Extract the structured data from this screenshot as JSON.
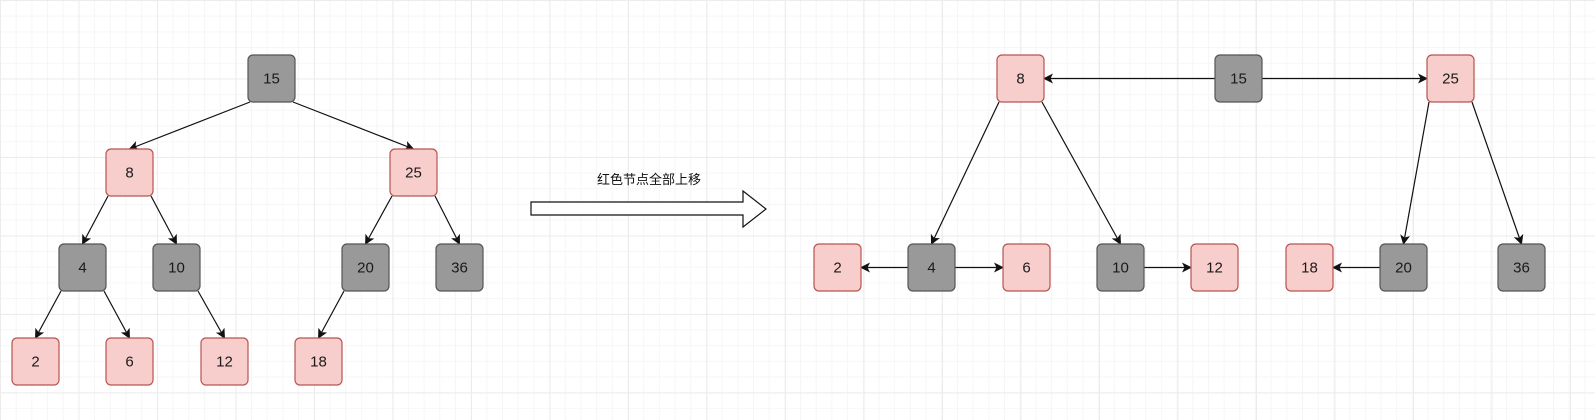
{
  "colors": {
    "red_fill": "#f8cecc",
    "red_stroke": "#b85450",
    "gray_fill": "#999999",
    "gray_stroke": "#555555",
    "edge": "#111111",
    "grid": "#ececec"
  },
  "caption": "红色节点全部上移",
  "arrow_icon": "hollow-block-right-arrow",
  "left_tree": {
    "nodes": [
      {
        "id": "L15",
        "label": "15",
        "color": "gray"
      },
      {
        "id": "L8",
        "label": "8",
        "color": "red"
      },
      {
        "id": "L25",
        "label": "25",
        "color": "red"
      },
      {
        "id": "L4",
        "label": "4",
        "color": "gray"
      },
      {
        "id": "L10",
        "label": "10",
        "color": "gray"
      },
      {
        "id": "L20",
        "label": "20",
        "color": "gray"
      },
      {
        "id": "L36",
        "label": "36",
        "color": "gray"
      },
      {
        "id": "L2",
        "label": "2",
        "color": "red"
      },
      {
        "id": "L6",
        "label": "6",
        "color": "red"
      },
      {
        "id": "L12",
        "label": "12",
        "color": "red"
      },
      {
        "id": "L18",
        "label": "18",
        "color": "red"
      }
    ],
    "edges": [
      {
        "from": "L15",
        "to": "L8"
      },
      {
        "from": "L15",
        "to": "L25"
      },
      {
        "from": "L8",
        "to": "L4"
      },
      {
        "from": "L8",
        "to": "L10"
      },
      {
        "from": "L25",
        "to": "L20"
      },
      {
        "from": "L25",
        "to": "L36"
      },
      {
        "from": "L4",
        "to": "L2"
      },
      {
        "from": "L4",
        "to": "L6"
      },
      {
        "from": "L10",
        "to": "L12"
      },
      {
        "from": "L20",
        "to": "L18"
      }
    ]
  },
  "right_tree": {
    "nodes": [
      {
        "id": "R8",
        "label": "8",
        "color": "red"
      },
      {
        "id": "R15",
        "label": "15",
        "color": "gray"
      },
      {
        "id": "R25",
        "label": "25",
        "color": "red"
      },
      {
        "id": "R2",
        "label": "2",
        "color": "red"
      },
      {
        "id": "R4",
        "label": "4",
        "color": "gray"
      },
      {
        "id": "R6",
        "label": "6",
        "color": "red"
      },
      {
        "id": "R10",
        "label": "10",
        "color": "gray"
      },
      {
        "id": "R12",
        "label": "12",
        "color": "red"
      },
      {
        "id": "R18",
        "label": "18",
        "color": "red"
      },
      {
        "id": "R20",
        "label": "20",
        "color": "gray"
      },
      {
        "id": "R36",
        "label": "36",
        "color": "gray"
      }
    ],
    "edges": [
      {
        "from": "R15",
        "to": "R8"
      },
      {
        "from": "R15",
        "to": "R25"
      },
      {
        "from": "R8",
        "to": "R4"
      },
      {
        "from": "R8",
        "to": "R10"
      },
      {
        "from": "R25",
        "to": "R20"
      },
      {
        "from": "R25",
        "to": "R36"
      },
      {
        "from": "R4",
        "to": "R2"
      },
      {
        "from": "R4",
        "to": "R6"
      },
      {
        "from": "R10",
        "to": "R12"
      },
      {
        "from": "R20",
        "to": "R18"
      }
    ]
  }
}
